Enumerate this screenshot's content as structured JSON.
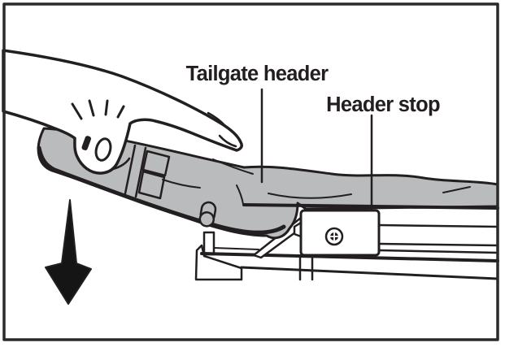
{
  "diagram": {
    "labels": {
      "tailgate_header": "Tailgate header",
      "header_stop": "Header stop"
    },
    "icons": {
      "down_arrow": "solid-black-downward-arrow"
    },
    "colors": {
      "outline": "#231f20",
      "panel_gray": "#b9bbbd",
      "arrow": "#151515",
      "background": "#ffffff"
    }
  }
}
